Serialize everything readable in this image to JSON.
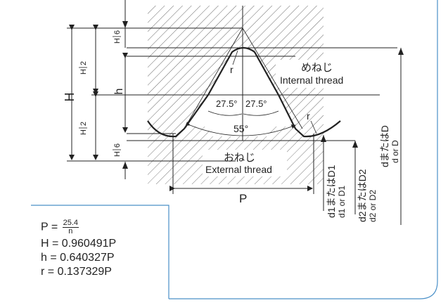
{
  "labels": {
    "internal_jp": "めねじ",
    "internal_en": "Internal thread",
    "external_jp": "おねじ",
    "external_en": "External thread",
    "angle_left": "27.5°",
    "angle_right": "27.5°",
    "angle_total": "55°",
    "radius_top": "r",
    "radius_right": "r",
    "H": "H",
    "h": "h",
    "P": "P",
    "H_over": "H",
    "H_six_den": "6",
    "H_two_den": "2"
  },
  "dimensions": {
    "d1_main": "d1またはD1",
    "d1_sub": "d1 or D1",
    "d2_main": "d2またはD2",
    "d2_sub": "d2 or D2",
    "d_main": "dまたはD",
    "d_sub": "d or D"
  },
  "formulas": {
    "p_lhs": "P =",
    "p_num": "25.4",
    "p_den": "n",
    "H": "H = 0.960491P",
    "h": "h = 0.640327P",
    "r": "r  = 0.137329P"
  },
  "colors": {
    "accent": "#4a90c8",
    "line": "#222222"
  }
}
